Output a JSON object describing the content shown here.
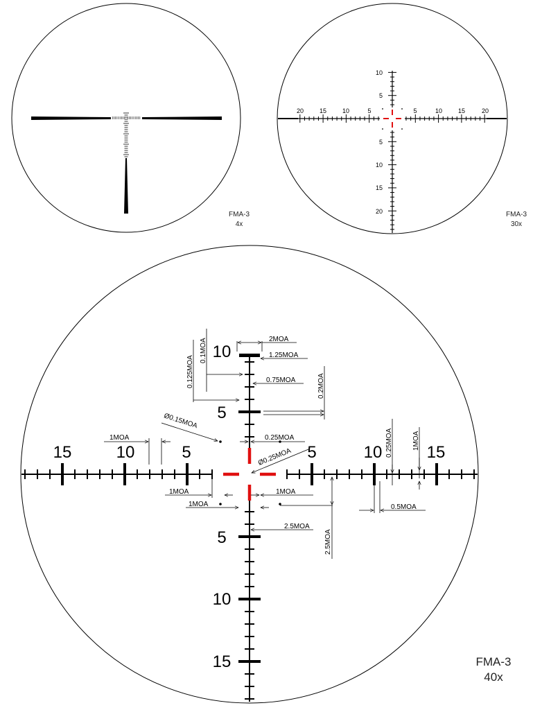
{
  "colors": {
    "ink": "#000000",
    "dim": "#333333",
    "center": "#e01010"
  },
  "scope1": {
    "model": "FMA-3",
    "magnification": "4x"
  },
  "scope2": {
    "model": "FMA-3",
    "magnification": "30x",
    "h_labels": [
      "20",
      "15",
      "10",
      "5",
      "5",
      "10",
      "15",
      "20"
    ],
    "v_labels_up": [
      "10",
      "5"
    ],
    "v_labels_down": [
      "5",
      "10",
      "15",
      "20"
    ]
  },
  "scope3": {
    "model": "FMA-3",
    "magnification": "40x",
    "h_labels": [
      "15",
      "10",
      "5",
      "5",
      "10",
      "15"
    ],
    "v_labels_up": [
      "10",
      "5"
    ],
    "v_labels_down": [
      "5",
      "10",
      "15"
    ],
    "dimensions": {
      "d_2moa": "2MOA",
      "d_125moa": "1.25MOA",
      "d_01moa": "0.1MOA",
      "d_0125moa": "0.125MOA",
      "d_075moa": "0.75MOA",
      "d_02moa": "0.2MOA",
      "d_phi015moa": "Ø0.15MOA",
      "d_025moa_top": "0.25MOA",
      "d_phi025moa": "Ø0.25MOA",
      "d_1moa_top": "1MOA",
      "d_1moa_left": "1MOA",
      "d_1moa_left2": "1MOA",
      "d_1moa_right": "1MOA",
      "d_25moa_h": "2.5MOA",
      "d_25moa_v": "2.5MOA",
      "d_025moa_right": "0.25MOA",
      "d_1moa_rightv": "1MOA",
      "d_05moa": "0.5MOA"
    }
  }
}
